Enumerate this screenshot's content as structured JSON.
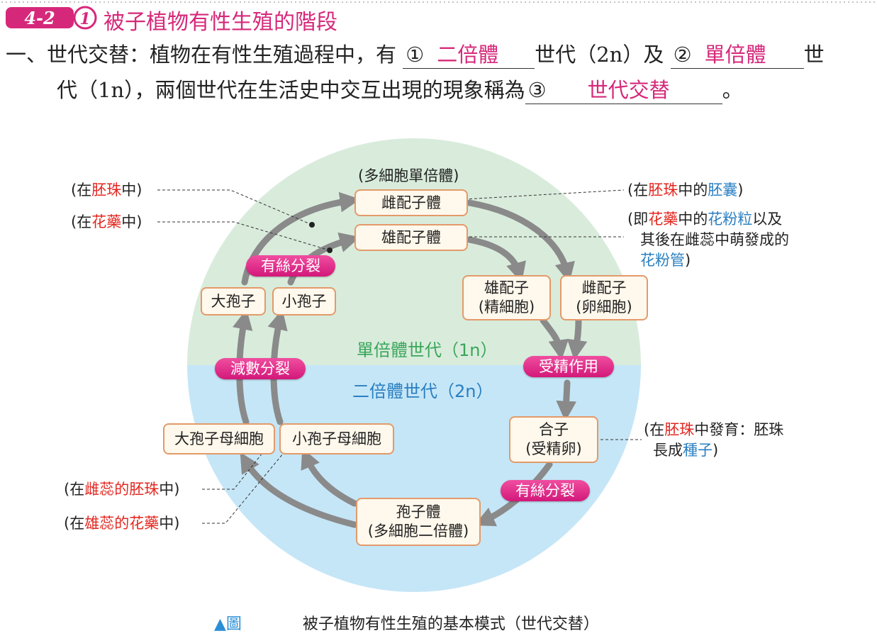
{
  "header": {
    "section_number": "4-2",
    "section_circled": "1",
    "section_title": "被子植物有性生殖的階段"
  },
  "intro": {
    "prefix": "一、世代交替：植物在有性生殖過程中，有",
    "blank1_num": "①",
    "blank1_ans": "二倍體",
    "mid1": "世代（2n）及",
    "blank2_num": "②",
    "blank2_ans": "單倍體",
    "mid2": "世",
    "line2_prefix": "代（1n），兩個世代在生活史中交互出現的現象稱為",
    "blank3_num": "③",
    "blank3_ans": "世代交替",
    "line2_suffix": "。"
  },
  "diagram": {
    "top_caption": "(多細胞單倍體)",
    "gen_haploid": "單倍體世代（1n）",
    "gen_diploid": "二倍體世代（2n）",
    "boxes": {
      "female_gametophyte": "雌配子體",
      "male_gametophyte": "雄配子體",
      "male_gamete_1": "雄配子",
      "male_gamete_2": "(精細胞)",
      "female_gamete_1": "雌配子",
      "female_gamete_2": "(卵細胞)",
      "megaspore": "大孢子",
      "microspore": "小孢子",
      "zygote_1": "合子",
      "zygote_2": "(受精卵)",
      "megasporocyte": "大孢子母細胞",
      "microsporocyte": "小孢子母細胞",
      "sporophyte_1": "孢子體",
      "sporophyte_2": "(多細胞二倍體)"
    },
    "pills": {
      "mitosis_top": "有絲分裂",
      "meiosis": "減數分裂",
      "fertilization": "受精作用",
      "mitosis_bottom": "有絲分裂"
    },
    "notes": {
      "ovule": {
        "a": "(在",
        "b": "胚珠",
        "c": "中)"
      },
      "anther": {
        "a": "(在",
        "b": "花藥",
        "c": "中)"
      },
      "embryo_sac": {
        "a": "(在",
        "b": "胚珠",
        "c": "中的",
        "d": "胚囊",
        "e": ")"
      },
      "pollen_l1": {
        "a": "(即",
        "b": "花藥",
        "c": "中的",
        "d": "花粉粒",
        "e": "以及"
      },
      "pollen_l2": "其後在雌蕊中萌發成的",
      "pollen_l3": {
        "a": "花粉管",
        "b": ")"
      },
      "seed_l1": {
        "a": "(在",
        "b": "胚珠",
        "c": "中發育：胚珠"
      },
      "seed_l2": {
        "a": "長成",
        "b": "種子",
        "c": ")"
      },
      "pistil_ovule": {
        "a": "(在",
        "b": "雌蕊的胚珠",
        "c": "中)"
      },
      "stamen_anther": {
        "a": "(在",
        "b": "雄蕊的花藥",
        "c": "中)"
      }
    }
  },
  "caption": {
    "marker": "▲圖",
    "text": "被子植物有性生殖的基本模式（世代交替）"
  },
  "colors": {
    "haploid_bg": "#d9ecdc",
    "diploid_bg": "#c5e6f7",
    "accent_pink": "#d6287a",
    "arrow_gray": "#8a8a8a"
  }
}
